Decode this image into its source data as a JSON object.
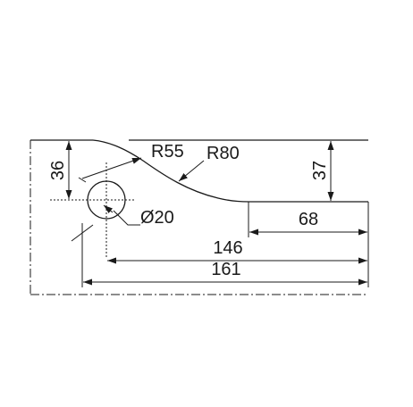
{
  "dimensions": {
    "r55": "R55",
    "r80": "R80",
    "d36": "36",
    "d37": "37",
    "dia20": "Ø20",
    "d68": "68",
    "d146": "146",
    "d161": "161"
  }
}
